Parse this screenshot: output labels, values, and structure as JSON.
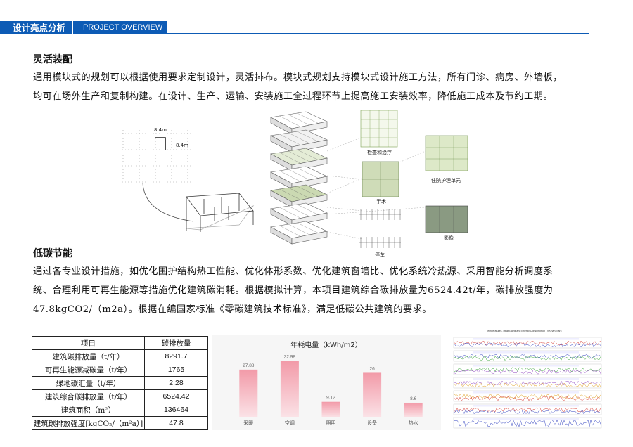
{
  "header": {
    "title_cn": "设计亮点分析",
    "title_en": "PROJECT OVERVIEW"
  },
  "section1": {
    "title": "灵活装配",
    "lines": [
      "通用模块式的规划可以根据使用要求定制设计，灵活排布。模块式规划支持模块式设计施工方法，所有门诊、病房、外墙板，",
      "均可在场外生产和复制构建。在设计、生产、运输、安装施工全过程环节上提高施工安装效率，降低施工成本及节约工期。"
    ]
  },
  "figure": {
    "dim_h": "8.4m",
    "dim_v": "8.4m",
    "labels": [
      "检查和治疗",
      "住院护理单元",
      "手术",
      "影像",
      "停车"
    ]
  },
  "section2": {
    "title": "低碳节能",
    "lines": [
      "通过各专业设计措施，如优化围护结构热工性能、优化体形系数、优化建筑窗墙比、优化系统冷热源、采用智能分析调度系",
      "统、合理利用可再生能源等措施优化建筑碳消耗。根据模拟计算，本项目建筑综合碳排放量为6524.42t/年，碳排放强度为",
      "47.8kgCO2/（m2a）。根据在编国家标准《零碳建筑技术标准》，满足低碳公共建筑的要求。"
    ]
  },
  "table": {
    "headers": [
      "项目",
      "碳排放量"
    ],
    "rows": [
      [
        "建筑碳排放量（t/年）",
        "8291.7"
      ],
      [
        "可再生能源减碳量（t/年）",
        "1765"
      ],
      [
        "绿地碳汇量（t/年）",
        "2.28"
      ],
      [
        "建筑综合碳排放量（t/年）",
        "6524.42"
      ],
      [
        "建筑面积（m²）",
        "136464"
      ],
      [
        "建筑碳排放强度[kgCO₂/（m²a）]",
        "47.8"
      ]
    ]
  },
  "chart_data": {
    "type": "bar",
    "title": "年耗电量（kWh/m2）",
    "categories": [
      "采暖",
      "空调",
      "照明",
      "设备",
      "热水"
    ],
    "values": [
      27.88,
      32.98,
      9.12,
      26,
      8.6
    ],
    "ylim": [
      0,
      36
    ],
    "colors": {
      "bar_top": "#f29aa8",
      "bar_bottom": "#fbe3e7"
    }
  },
  "energy_chart": {
    "title": "Temperatures, Heat Gains and Energy Consumption - Wuhan, park",
    "series_colors": [
      "#d6382f",
      "#2e3fbf",
      "#37a336",
      "#8d3fbf",
      "#e0a020"
    ]
  }
}
